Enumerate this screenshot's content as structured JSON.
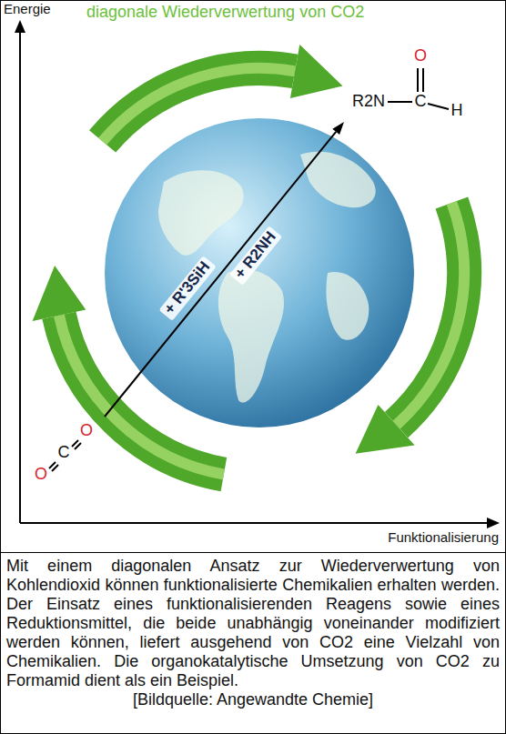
{
  "diagram": {
    "title": "diagonale Wiederverwertung von CO2",
    "caption": "Mit einem diagonalen Ansatz zur Wiederverwertung von Kohlendioxid können funktionalisierte Chemikalien erhalten werden. Der Einsatz eines funktionalisierenden Reagens sowie eines Reduktionsmittel, die beide unabhängig voneinander modifiziert werden können, liefert ausgehend von CO2 eine Vielzahl von Chemikalien. Die organokatalytische Umsetzung von CO2 zu Formamid dient als ein Beispiel.",
    "labels": [
      "Energie",
      "R2N",
      "C",
      "H",
      "O",
      "+ R'3SiH",
      "+ R2NH",
      "O",
      "C",
      "O",
      "Funktionalisierung",
      "[Bildquelle: Angewandte Chemie]"
    ]
  }
}
